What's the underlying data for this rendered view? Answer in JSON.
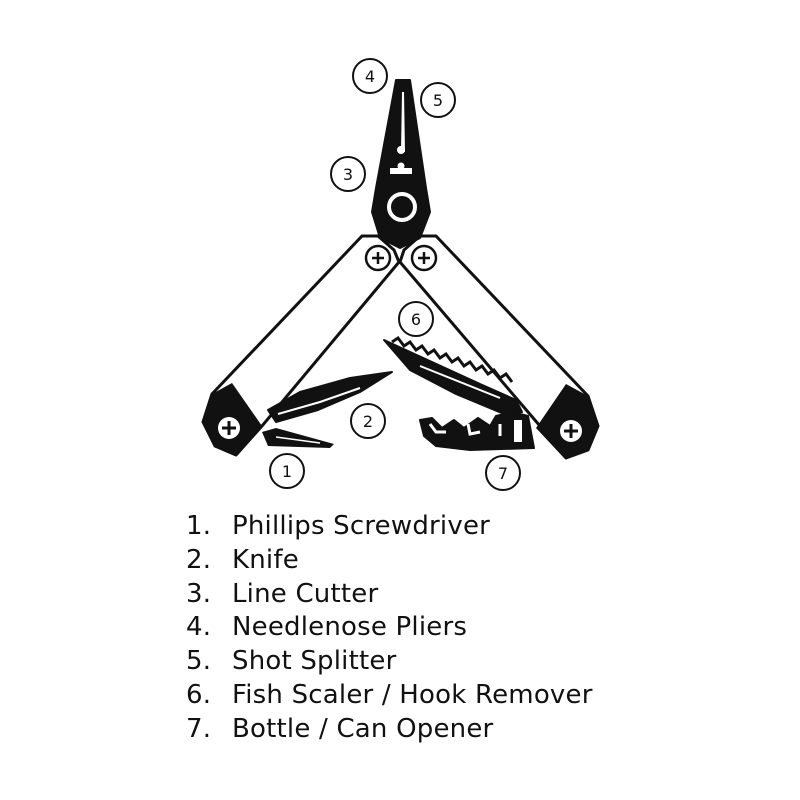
{
  "legend": [
    {
      "number": "1.",
      "label": "Phillips Screwdriver"
    },
    {
      "number": "2.",
      "label": "Knife"
    },
    {
      "number": "3.",
      "label": "Line Cutter"
    },
    {
      "number": "4.",
      "label": "Needlenose Pliers"
    },
    {
      "number": "5.",
      "label": "Shot Splitter"
    },
    {
      "number": "6.",
      "label": "Fish Scaler / Hook Remover"
    },
    {
      "number": "7.",
      "label": "Bottle / Can Opener"
    }
  ],
  "callouts": [
    "1",
    "2",
    "3",
    "4",
    "5",
    "6",
    "7"
  ],
  "colors": {
    "ink": "#111111",
    "paper": "#ffffff"
  }
}
